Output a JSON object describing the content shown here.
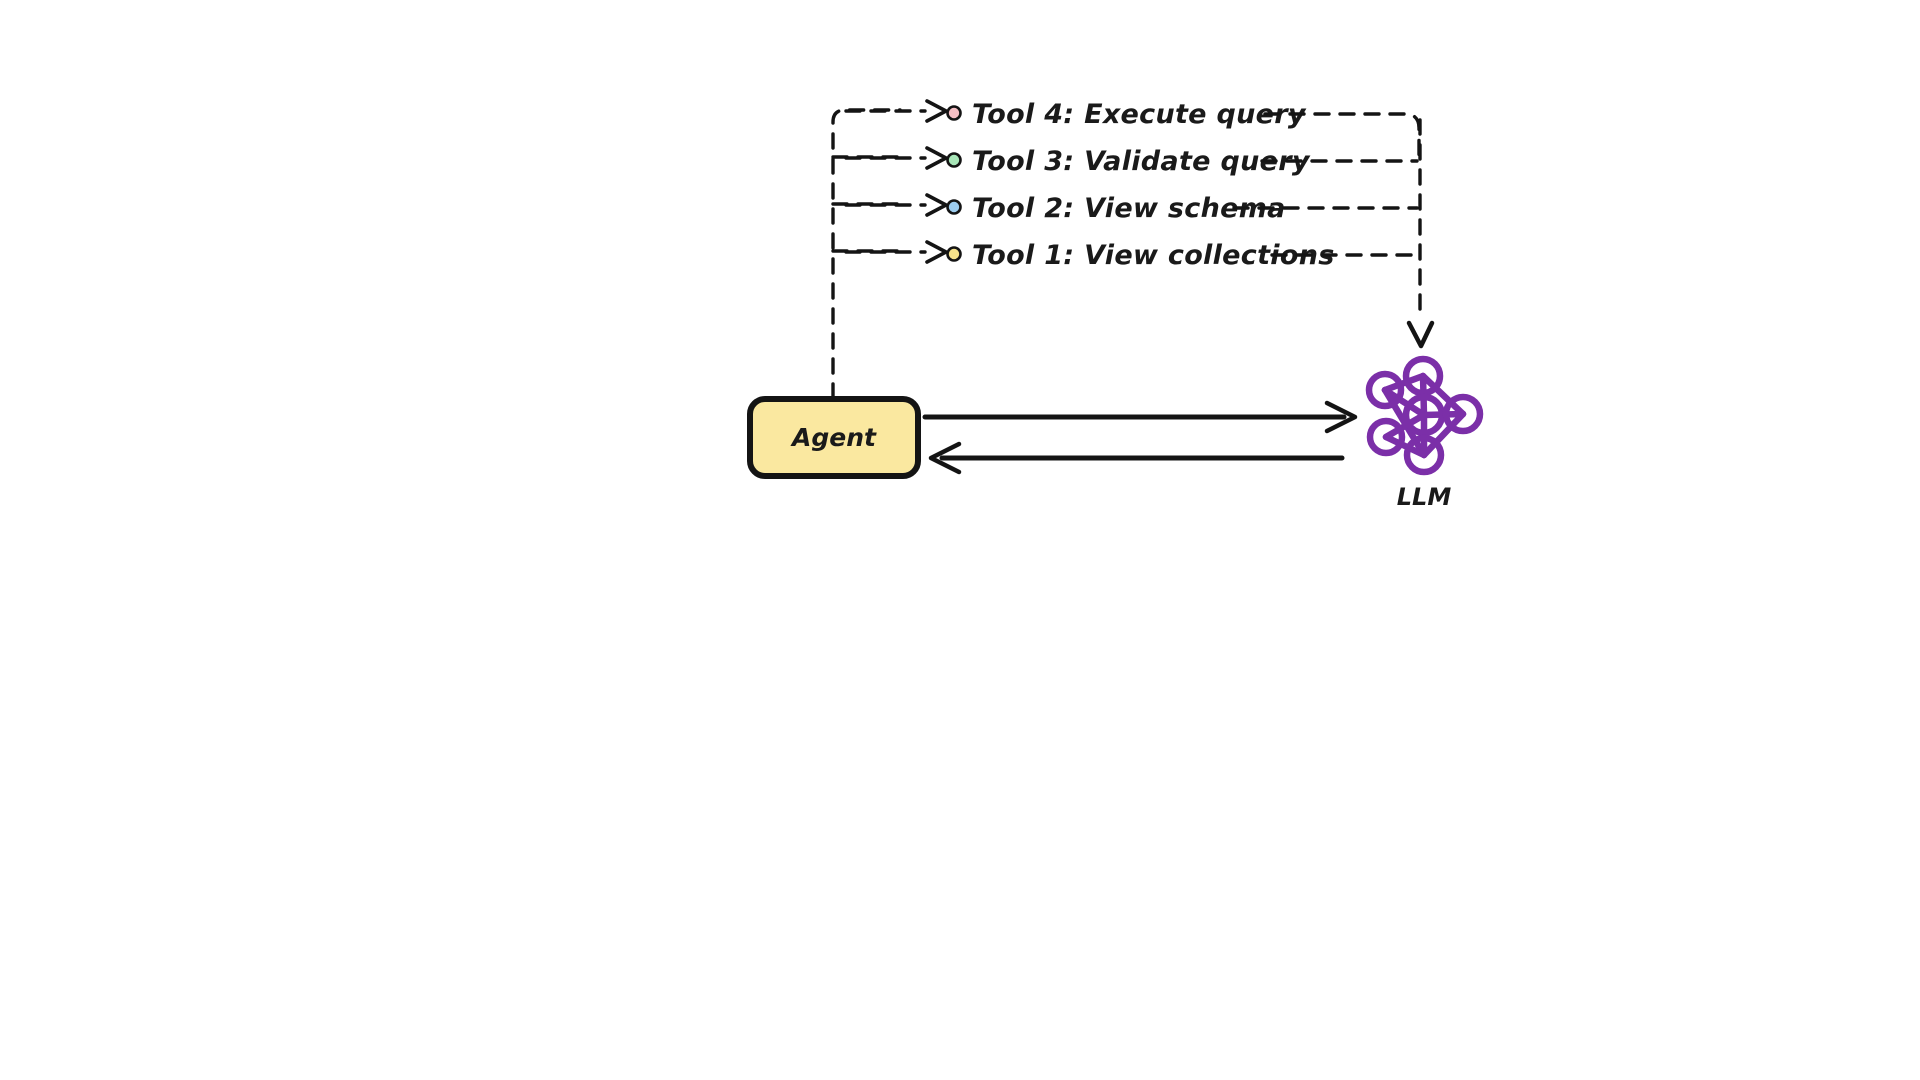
{
  "diagram": {
    "title": "Agent tool-calling loop with LLM",
    "background_color": "#ffffff",
    "line_color": "#141414"
  },
  "agent": {
    "label": "Agent",
    "fill_color": "#FAE8A0",
    "border_color": "#141414"
  },
  "llm": {
    "label": "LLM",
    "icon": "neural-network-icon",
    "color": "#7B2FA8"
  },
  "tools": [
    {
      "id": "tool-4",
      "label": "Tool 4: Execute query",
      "dot_color": "#F6BFC4",
      "dot_name": "tool-dot-red"
    },
    {
      "id": "tool-3",
      "label": "Tool 3: Validate query",
      "dot_color": "#A8E6B8",
      "dot_name": "tool-dot-green"
    },
    {
      "id": "tool-2",
      "label": "Tool 2: View schema",
      "dot_color": "#9DCDEF",
      "dot_name": "tool-dot-blue"
    },
    {
      "id": "tool-1",
      "label": "Tool 1: View collections",
      "dot_color": "#F6E28B",
      "dot_name": "tool-dot-yellow"
    }
  ],
  "connections": {
    "agent_to_llm": "request-arrow",
    "llm_to_agent": "response-arrow",
    "tools_to_llm": "tool-results-arrow"
  }
}
